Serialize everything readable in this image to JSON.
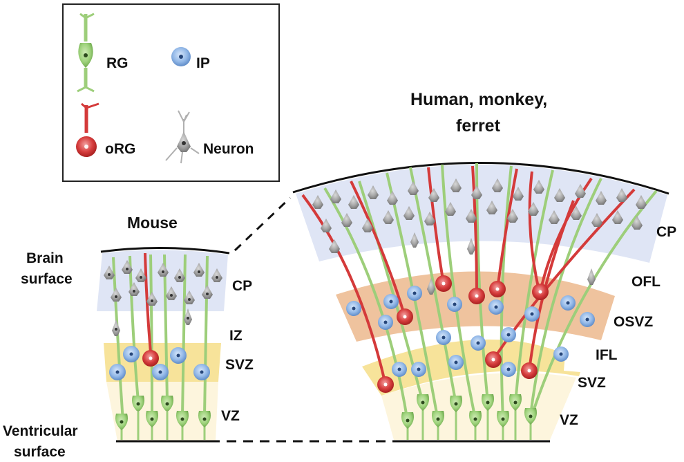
{
  "legend": {
    "rg": "RG",
    "ip": "IP",
    "org": "oRG",
    "neuron": "Neuron"
  },
  "mouse": {
    "title": "Mouse",
    "brain_surface_line1": "Brain",
    "brain_surface_line2": "surface",
    "ventricular_line1": "Ventricular",
    "ventricular_line2": "surface",
    "zones": {
      "cp": "CP",
      "iz": "IZ",
      "svz": "SVZ",
      "vz": "VZ"
    }
  },
  "primate": {
    "title_line1": "Human, monkey,",
    "title_line2": "ferret",
    "zones": {
      "cp": "CP",
      "ofl": "OFL",
      "osvz": "OSVZ",
      "ifl": "IFL",
      "svz": "SVZ",
      "vz": "VZ"
    }
  },
  "colors": {
    "rg": "#9dce7a",
    "rg_fill": "#9fd37c",
    "org": "#d43a3a",
    "ip": "#8fb6e6",
    "neuron": "#9a9a9a",
    "cp_band": "#dfe5f5",
    "osvz_band": "#efc39e",
    "svz_band": "#f7e39a",
    "vz_band": "#fdf5dd"
  }
}
